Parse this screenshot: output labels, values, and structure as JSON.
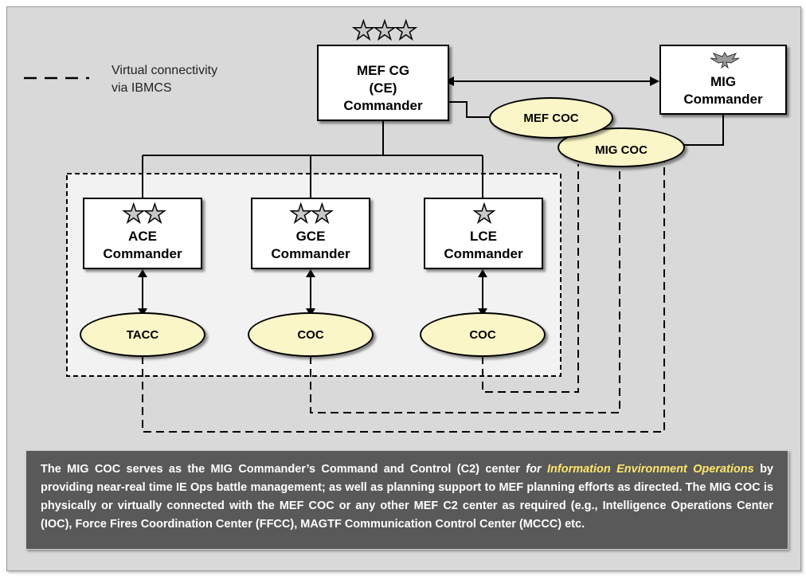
{
  "legend": {
    "line1": "Virtual connectivity",
    "line2": "via IBMCS"
  },
  "nodes": {
    "mef_cg": {
      "line1": "MEF CG",
      "line2": "(CE)",
      "line3": "Commander",
      "stars": 3
    },
    "mig": {
      "line1": "MIG",
      "line2": "Commander",
      "insignia": "eagle-icon"
    },
    "ace": {
      "line1": "ACE",
      "line2": "Commander",
      "stars": 2
    },
    "gce": {
      "line1": "GCE",
      "line2": "Commander",
      "stars": 2
    },
    "lce": {
      "line1": "LCE",
      "line2": "Commander",
      "stars": 1
    }
  },
  "centers": {
    "mef_coc": "MEF COC",
    "mig_coc": "MIG COC",
    "tacc": "TACC",
    "gce_coc": "COC",
    "lce_coc": "COC"
  },
  "caption": {
    "part1": "The MIG COC serves as the MIG Commander’s Command and Control (C2) center ",
    "part2_for": "for ",
    "part2_highlight": "Information Environment Operations",
    "part3": " by providing near-real time IE Ops battle management; as well as planning support to MEF planning efforts as directed. The MIG COC is physically or virtually connected with the MEF COC or any other MEF C2 center as required (e.g., Intelligence Operations Center (IOC), Force Fires Coordination Center (FFCC), MAGTF Communication Control Center (MCCC) etc."
  },
  "colors": {
    "background": "#d9d9d9",
    "oval_fill": "#fbf6c8",
    "caption_bg": "#595959",
    "caption_highlight": "#ffe66b"
  }
}
